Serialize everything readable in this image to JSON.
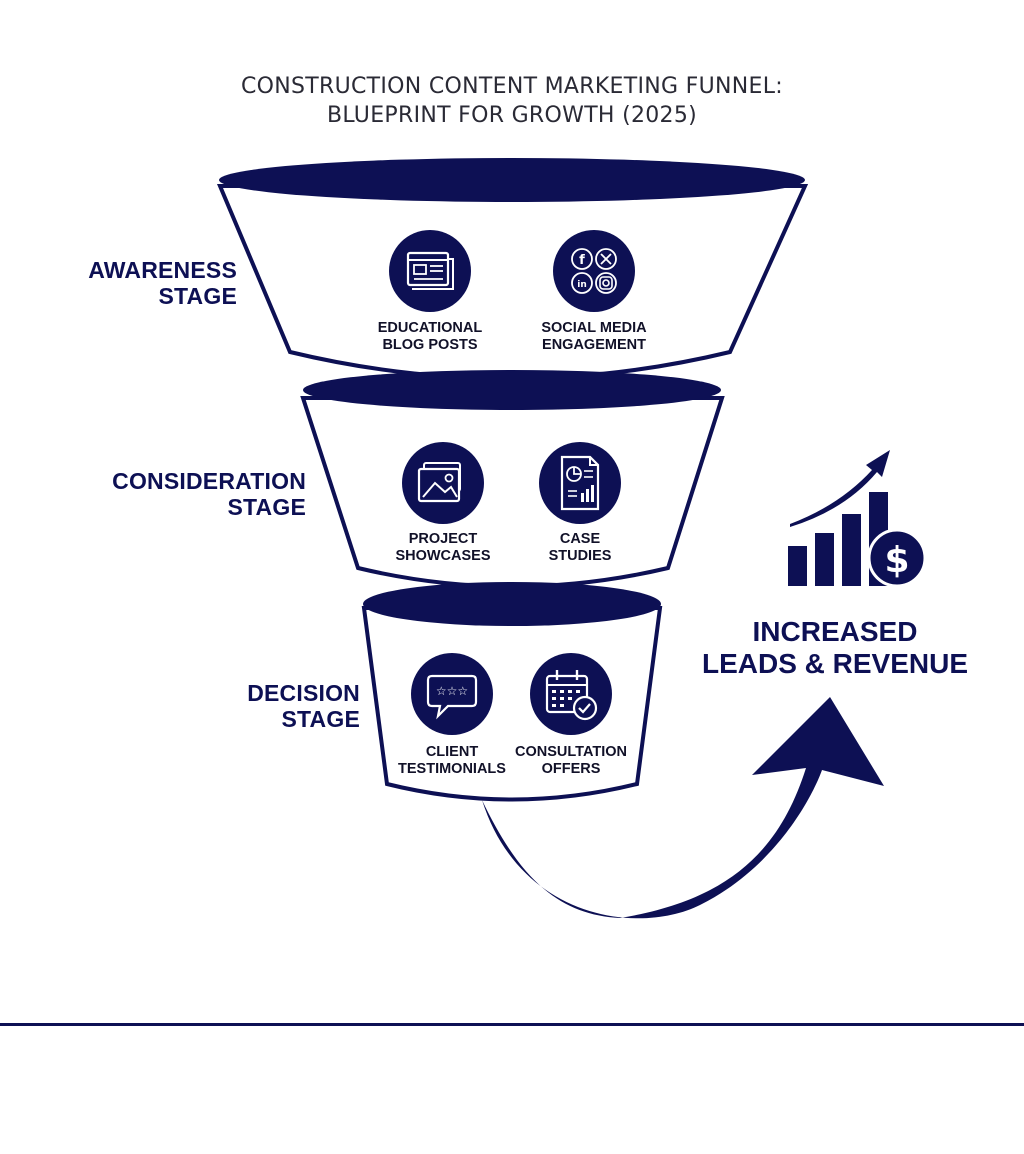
{
  "title": {
    "line1": "CONSTRUCTION CONTENT MARKETING FUNNEL:",
    "line2": "BLUEPRINT FOR GROWTH (2025)"
  },
  "colors": {
    "navy": "#0d1054",
    "text": "#111128",
    "background": "#ffffff"
  },
  "stages": [
    {
      "label_line1": "AWARENESS",
      "label_line2": "STAGE",
      "items": [
        {
          "icon": "blog-posts-icon",
          "line1": "EDUCATIONAL",
          "line2": "BLOG POSTS"
        },
        {
          "icon": "social-media-icon",
          "line1": "SOCIAL MEDIA",
          "line2": "ENGAGEMENT"
        }
      ]
    },
    {
      "label_line1": "CONSIDERATION",
      "label_line2": "STAGE",
      "items": [
        {
          "icon": "image-gallery-icon",
          "line1": "PROJECT",
          "line2": "SHOWCASES"
        },
        {
          "icon": "report-document-icon",
          "line1": "CASE",
          "line2": "STUDIES"
        }
      ]
    },
    {
      "label_line1": "DECISION",
      "label_line2": "STAGE",
      "items": [
        {
          "icon": "review-stars-icon",
          "line1": "CLIENT",
          "line2": "TESTIMONIALS"
        },
        {
          "icon": "calendar-check-icon",
          "line1": "CONSULTATION",
          "line2": "OFFERS"
        }
      ]
    }
  ],
  "outcome": {
    "line1": "INCREASED",
    "line2": "LEADS & REVENUE",
    "icon": "growth-chart-dollar-icon"
  }
}
